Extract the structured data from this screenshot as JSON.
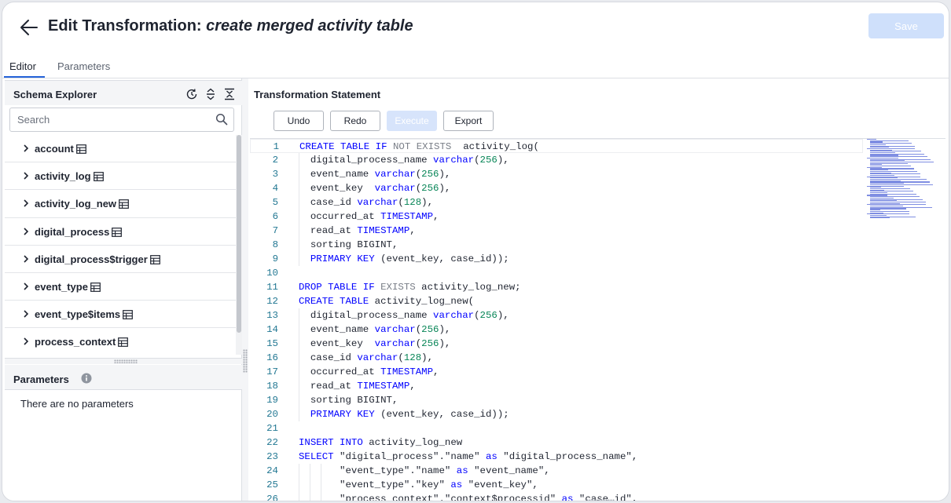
{
  "header": {
    "title_prefix": "Edit Transformation: ",
    "title_name": "create merged activity table",
    "save_label": "Save"
  },
  "tabs": [
    {
      "label": "Editor",
      "active": true
    },
    {
      "label": "Parameters",
      "active": false
    }
  ],
  "schema_explorer": {
    "title": "Schema Explorer",
    "icons": [
      "refresh-icon",
      "expand-all-icon",
      "collapse-all-icon"
    ],
    "search_placeholder": "Search",
    "tables": [
      "account",
      "activity_log",
      "activity_log_new",
      "digital_process",
      "digital_process$trigger",
      "event_type",
      "event_type$items",
      "process_context"
    ]
  },
  "parameters": {
    "title": "Parameters",
    "empty_text": "There are no parameters"
  },
  "transformation": {
    "title": "Transformation Statement",
    "buttons": [
      {
        "label": "Undo",
        "disabled": false
      },
      {
        "label": "Redo",
        "disabled": false
      },
      {
        "label": "Execute",
        "disabled": true
      },
      {
        "label": "Export",
        "disabled": false
      }
    ],
    "lines": [
      [
        [
          "kw",
          "CREATE TABLE IF "
        ],
        [
          "kw2",
          "NOT EXISTS"
        ],
        [
          "",
          "  activity_log("
        ]
      ],
      [
        [
          "",
          "  digital_process_name "
        ],
        [
          "kw",
          "varchar"
        ],
        [
          "",
          "("
        ],
        [
          "num",
          "256"
        ],
        [
          "",
          "),"
        ]
      ],
      [
        [
          "",
          "  event_name "
        ],
        [
          "kw",
          "varchar"
        ],
        [
          "",
          "("
        ],
        [
          "num",
          "256"
        ],
        [
          "",
          "),"
        ]
      ],
      [
        [
          "",
          "  event_key  "
        ],
        [
          "kw",
          "varchar"
        ],
        [
          "",
          "("
        ],
        [
          "num",
          "256"
        ],
        [
          "",
          "),"
        ]
      ],
      [
        [
          "",
          "  case_id "
        ],
        [
          "kw",
          "varchar"
        ],
        [
          "",
          "("
        ],
        [
          "num",
          "128"
        ],
        [
          "",
          "),"
        ]
      ],
      [
        [
          "",
          "  occurred_at "
        ],
        [
          "kw",
          "TIMESTAMP"
        ],
        [
          "",
          ","
        ]
      ],
      [
        [
          "",
          "  read_at "
        ],
        [
          "kw",
          "TIMESTAMP"
        ],
        [
          "",
          ","
        ]
      ],
      [
        [
          "",
          "  sorting BIGINT,"
        ]
      ],
      [
        [
          "",
          "  "
        ],
        [
          "kw",
          "PRIMARY KEY"
        ],
        [
          "",
          " (event_key, case_id));"
        ]
      ],
      [
        [
          "",
          ""
        ]
      ],
      [
        [
          "kw",
          "DROP TABLE IF "
        ],
        [
          "kw2",
          "EXISTS"
        ],
        [
          "",
          " activity_log_new;"
        ]
      ],
      [
        [
          "kw",
          "CREATE TABLE"
        ],
        [
          "",
          " activity_log_new("
        ]
      ],
      [
        [
          "",
          "  digital_process_name "
        ],
        [
          "kw",
          "varchar"
        ],
        [
          "",
          "("
        ],
        [
          "num",
          "256"
        ],
        [
          "",
          "),"
        ]
      ],
      [
        [
          "",
          "  event_name "
        ],
        [
          "kw",
          "varchar"
        ],
        [
          "",
          "("
        ],
        [
          "num",
          "256"
        ],
        [
          "",
          "),"
        ]
      ],
      [
        [
          "",
          "  event_key  "
        ],
        [
          "kw",
          "varchar"
        ],
        [
          "",
          "("
        ],
        [
          "num",
          "256"
        ],
        [
          "",
          "),"
        ]
      ],
      [
        [
          "",
          "  case_id "
        ],
        [
          "kw",
          "varchar"
        ],
        [
          "",
          "("
        ],
        [
          "num",
          "128"
        ],
        [
          "",
          "),"
        ]
      ],
      [
        [
          "",
          "  occurred_at "
        ],
        [
          "kw",
          "TIMESTAMP"
        ],
        [
          "",
          ","
        ]
      ],
      [
        [
          "",
          "  read_at "
        ],
        [
          "kw",
          "TIMESTAMP"
        ],
        [
          "",
          ","
        ]
      ],
      [
        [
          "",
          "  sorting BIGINT,"
        ]
      ],
      [
        [
          "",
          "  "
        ],
        [
          "kw",
          "PRIMARY KEY"
        ],
        [
          "",
          " (event_key, case_id));"
        ]
      ],
      [
        [
          "",
          ""
        ]
      ],
      [
        [
          "kw",
          "INSERT INTO"
        ],
        [
          "",
          " activity_log_new"
        ]
      ],
      [
        [
          "kw",
          "SELECT"
        ],
        [
          "",
          " \"digital_process\".\"name\" "
        ],
        [
          "kw",
          "as"
        ],
        [
          "",
          " \"digital_process_name\","
        ]
      ],
      [
        [
          "",
          "       \"event_type\".\"name\" "
        ],
        [
          "kw",
          "as"
        ],
        [
          "",
          " \"event_name\","
        ]
      ],
      [
        [
          "",
          "       \"event_type\".\"key\" "
        ],
        [
          "kw",
          "as"
        ],
        [
          "",
          " \"event_key\","
        ]
      ],
      [
        [
          "",
          "       \"process_context\".\"context$processid\" "
        ],
        [
          "kw",
          "as"
        ],
        [
          "",
          " \"case_id\","
        ]
      ]
    ]
  }
}
